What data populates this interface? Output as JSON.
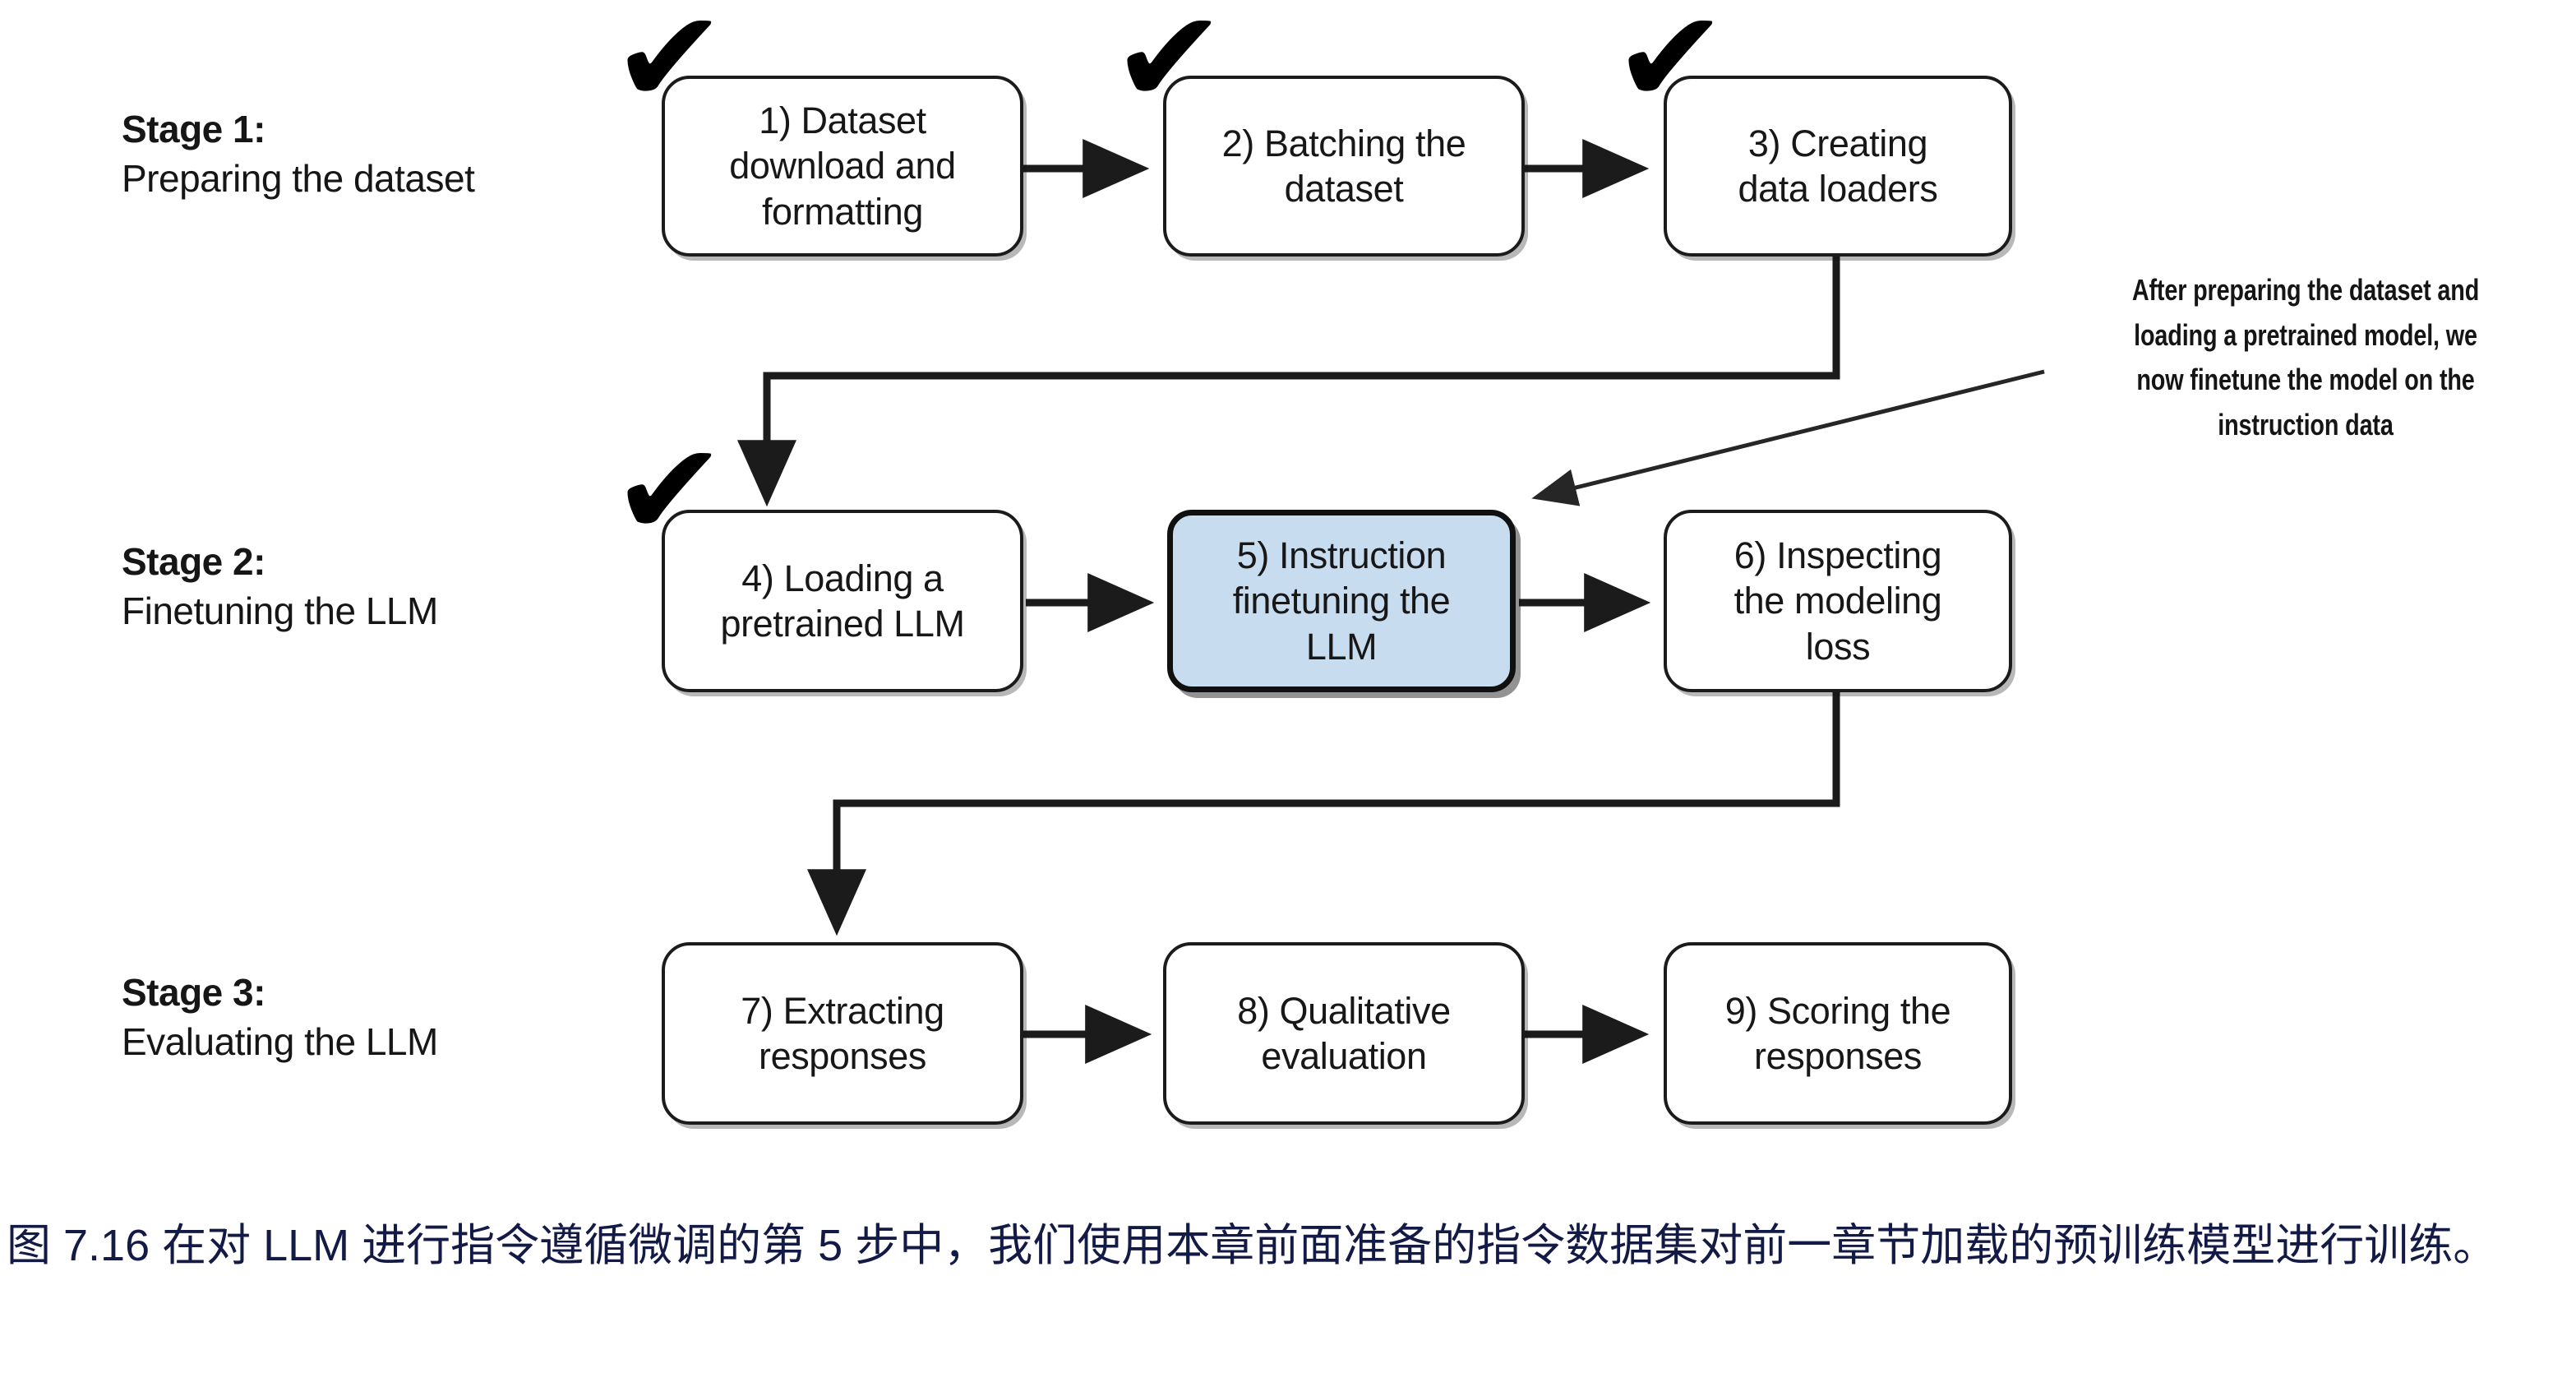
{
  "figure": {
    "caption": "图 7.16 在对 LLM 进行指令遵循微调的第 5 步中，我们使用本章前面准备的指令数据集对前一章节加载的预训练模型进行训练。",
    "caption_color": "#131a45",
    "highlight_fill": "#c8dcef",
    "line_color": "#1b1b1b"
  },
  "stages": [
    {
      "title": "Stage 1:",
      "subtitle": "Preparing the dataset"
    },
    {
      "title": "Stage 2:",
      "subtitle": "Finetuning the LLM"
    },
    {
      "title": "Stage 3:",
      "subtitle": "Evaluating the LLM"
    }
  ],
  "nodes": [
    {
      "id": 1,
      "lines": [
        "1) Dataset",
        "download and",
        "formatting"
      ],
      "checked": true,
      "highlighted": false
    },
    {
      "id": 2,
      "lines": [
        "2) Batching the",
        "dataset"
      ],
      "checked": true,
      "highlighted": false
    },
    {
      "id": 3,
      "lines": [
        "3) Creating",
        "data loaders"
      ],
      "checked": true,
      "highlighted": false
    },
    {
      "id": 4,
      "lines": [
        "4) Loading a",
        "pretrained LLM"
      ],
      "checked": true,
      "highlighted": false
    },
    {
      "id": 5,
      "lines": [
        "5) Instruction",
        "finetuning the",
        "LLM"
      ],
      "checked": false,
      "highlighted": true
    },
    {
      "id": 6,
      "lines": [
        "6) Inspecting",
        "the modeling",
        "loss"
      ],
      "checked": false,
      "highlighted": false
    },
    {
      "id": 7,
      "lines": [
        "7) Extracting",
        "responses"
      ],
      "checked": false,
      "highlighted": false
    },
    {
      "id": 8,
      "lines": [
        "8) Qualitative",
        "evaluation"
      ],
      "checked": false,
      "highlighted": false
    },
    {
      "id": 9,
      "lines": [
        "9) Scoring the",
        "responses"
      ],
      "checked": false,
      "highlighted": false
    }
  ],
  "annotation": {
    "lines": [
      "After preparing the dataset and",
      "loading a pretrained model, we",
      "now finetune the model on the",
      "instruction data"
    ],
    "target_node": 5
  },
  "checkmark_glyph": "✔"
}
